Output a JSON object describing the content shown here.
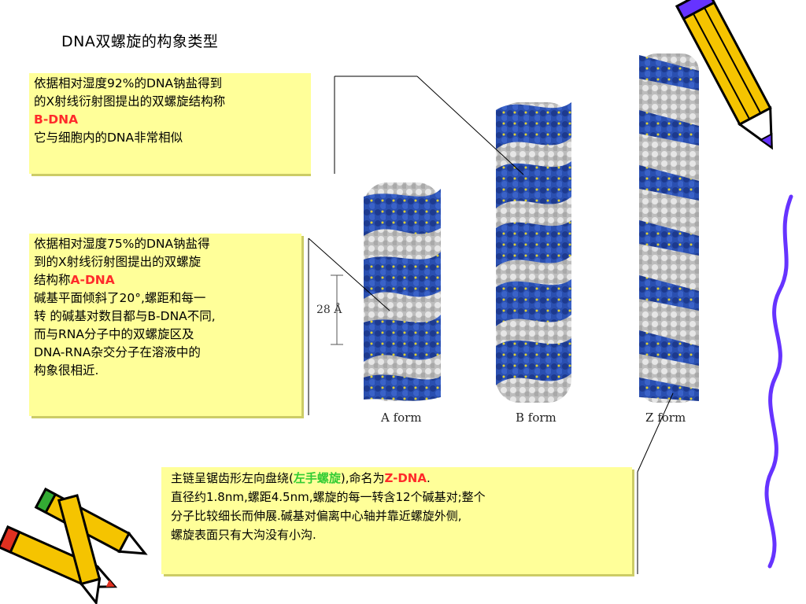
{
  "title": "DNA双螺旋的构象类型",
  "box_b": {
    "line1": "依据相对湿度92%的DNA钠盐得到",
    "line2": "的X射线衍射图提出的双螺旋结构称",
    "line3": "B-DNA",
    "line4": "它与细胞内的DNA非常相似"
  },
  "box_a": {
    "line1": "依据相对湿度75%的DNA钠盐得",
    "line2": "到的X射线衍射图提出的双螺旋",
    "line3_prefix": "结构称",
    "line3_name": "A-DNA",
    "line4": "碱基平面倾斜了20°,螺距和每一",
    "line5": "转 的碱基对数目都与B-DNA不同,",
    "line6": "而与RNA分子中的双螺旋区及",
    "line7": "DNA-RNA杂交分子在溶液中的",
    "line8": "构象很相近."
  },
  "box_z": {
    "line1_prefix": "主链呈锯齿形左向盘绕(",
    "line1_hand": "左手螺旋",
    "line1_mid": "),命名为",
    "line1_name": "Z-DNA",
    "line1_end": ".",
    "line2": "直径约1.8nm,螺距4.5nm,螺旋的每一转含12个碱基对;整个",
    "line3": "分子比较细长而伸展.碱基对偏离中心轴并靠近螺旋外侧,",
    "line4": "螺旋表面只有大沟没有小沟."
  },
  "figure": {
    "label_a": "A form",
    "label_b": "B form",
    "label_z": "Z form",
    "scale": "28 Å"
  },
  "colors": {
    "box_bg": "#ffff99",
    "highlight_red": "#ff2a2a",
    "highlight_green": "#33cc33",
    "helix_blue": "#1f3f9c",
    "helix_grey": "#c8c8c8",
    "pencil_yellow": "#f5c400",
    "wavy_line": "#6633ff"
  },
  "decorations": [
    "pencil-top-right",
    "pencils-bottom-left",
    "wavy-purple-line"
  ]
}
